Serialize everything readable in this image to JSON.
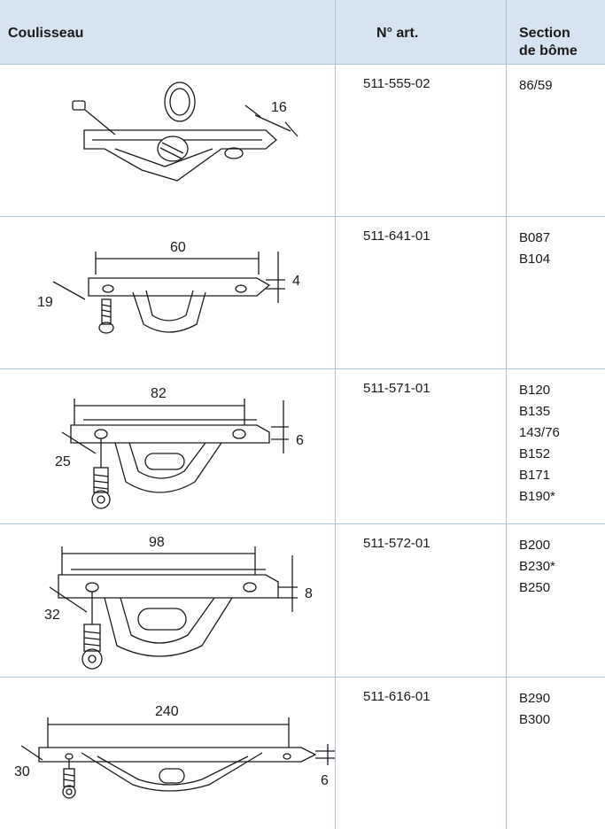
{
  "header": {
    "col1": "Coulisseau",
    "col2": "N° art.",
    "col3_line1": "Section",
    "col3_line2": "de bôme"
  },
  "rows": [
    {
      "article": "511-555-02",
      "sections": [
        "86/59"
      ],
      "dims": [
        "16"
      ]
    },
    {
      "article": "511-641-01",
      "sections": [
        "B087",
        "B104"
      ],
      "dims": [
        "60",
        "4",
        "19"
      ]
    },
    {
      "article": "511-571-01",
      "sections": [
        "B120",
        "B135",
        "143/76",
        "B152",
        "B171",
        "B190*"
      ],
      "dims": [
        "82",
        "6",
        "25"
      ]
    },
    {
      "article": "511-572-01",
      "sections": [
        "B200",
        "B230*",
        "B250"
      ],
      "dims": [
        "98",
        "8",
        "32"
      ]
    },
    {
      "article": "511-616-01",
      "sections": [
        "B290",
        "B300"
      ],
      "dims": [
        "240",
        "6",
        "30"
      ]
    }
  ]
}
